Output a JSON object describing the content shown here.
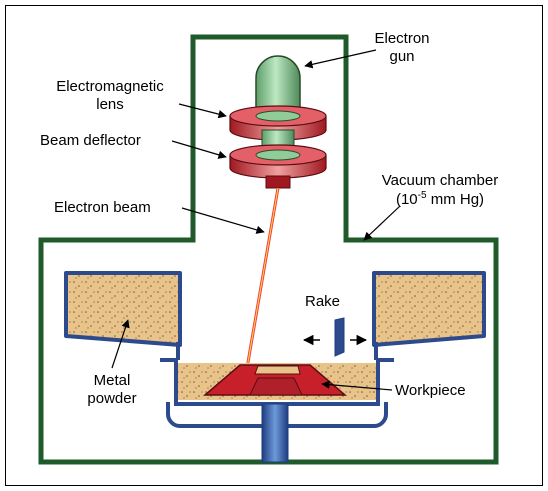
{
  "labels": {
    "electron_gun": [
      "Electron",
      "gun"
    ],
    "electromagnetic_lens": [
      "Electromagnetic",
      "lens"
    ],
    "beam_deflector": "Beam deflector",
    "electron_beam": "Electron beam",
    "vacuum_chamber": "Vacuum chamber",
    "pressure_open": "(10",
    "pressure_exp": "-5",
    "pressure_close": " mm Hg)",
    "rake": "Rake",
    "metal_powder": [
      "Metal",
      "powder"
    ],
    "workpiece": "Workpiece"
  },
  "colors": {
    "chamber_wall": "#1f5a2a",
    "gun": "#8fcc98",
    "lens_red": "#d8303a",
    "powder": "#e8c48a",
    "hopper_steel": "#2c4a8c",
    "workpiece": "#c8202a",
    "beam": "#f04040"
  }
}
